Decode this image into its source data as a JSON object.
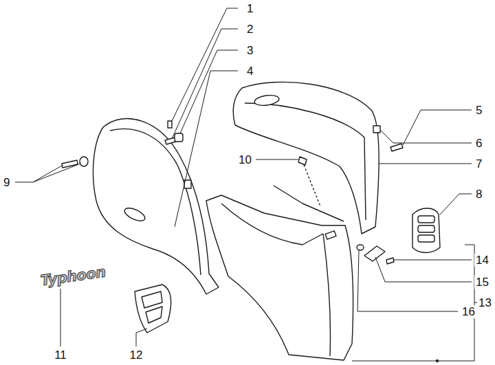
{
  "diagram": {
    "labels": [
      "1",
      "2",
      "3",
      "4",
      "5",
      "6",
      "7",
      "8",
      "9",
      "10",
      "Typhoon",
      "11",
      "12",
      "13",
      "14",
      "15",
      "16"
    ]
  }
}
